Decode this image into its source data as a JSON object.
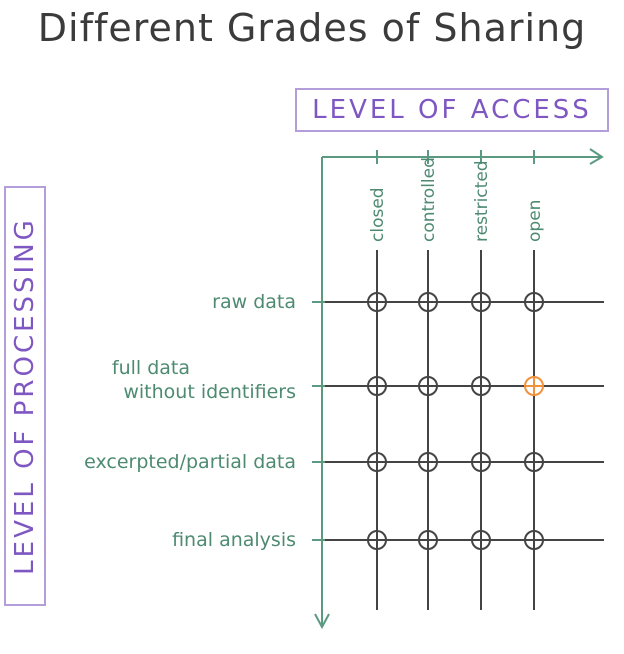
{
  "title": "Different Grades of Sharing",
  "x_axis_label": "LEVEL OF ACCESS",
  "y_axis_label": "LEVEL OF PROCESSING",
  "columns": [
    "closed",
    "controlled",
    "restricted",
    "open"
  ],
  "rows": [
    "raw data",
    "full data\nwithout identifiers",
    "excerpted/partial data",
    "final analysis"
  ],
  "highlighted_cell": {
    "row": "full data\nwithout identifiers",
    "column": "open"
  },
  "colors": {
    "title": "#3b3b3b",
    "axis_box": "#b39ddb",
    "axis_text": "#7e57c2",
    "axis_lines": "#5b9a80",
    "labels": "#4e8a72",
    "grid": "#444444",
    "highlight": "#f0923b"
  }
}
